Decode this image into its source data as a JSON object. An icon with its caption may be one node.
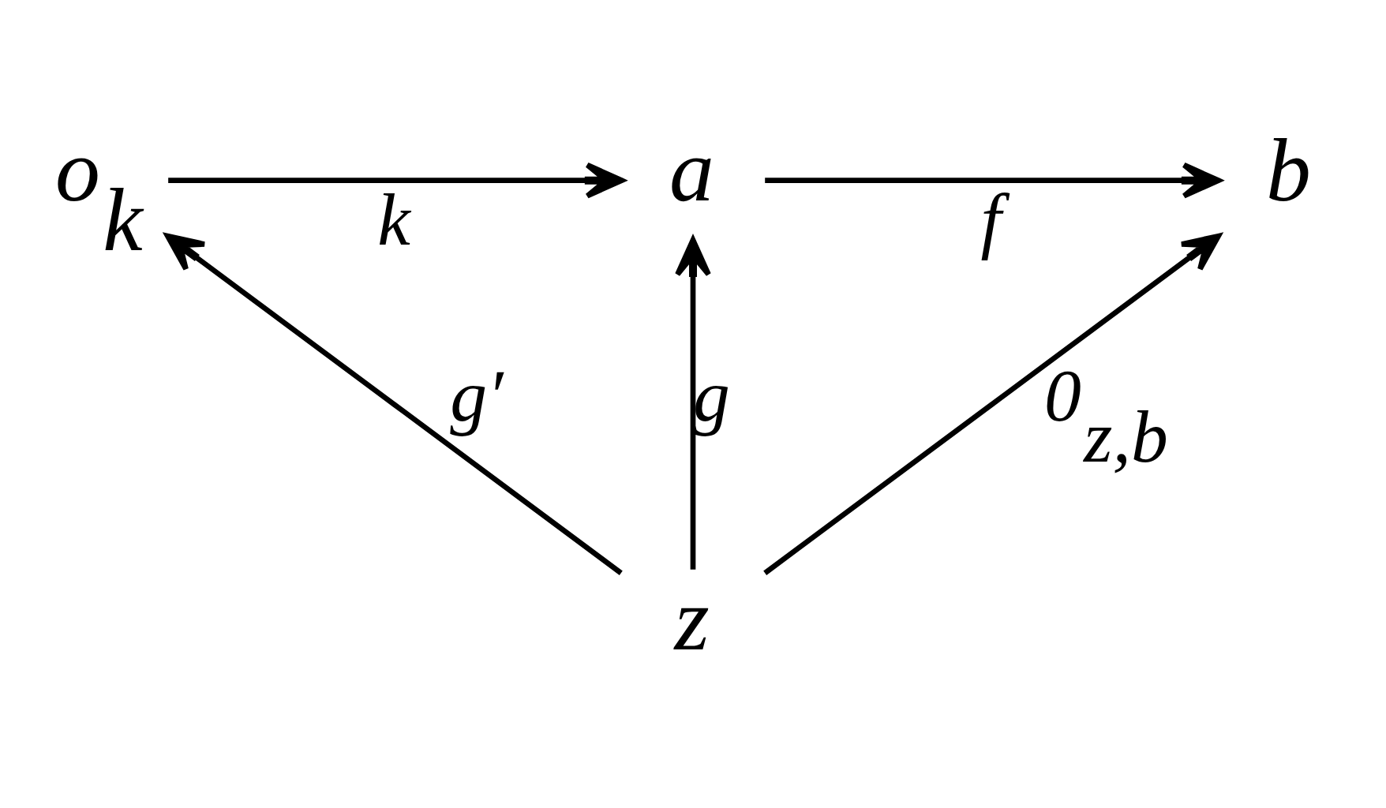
{
  "diagram": {
    "nodes": [
      {
        "text": [
          "o$_{k}$"
        ]
      },
      {
        "text": [
          "a"
        ]
      },
      {
        "text": [
          "b"
        ]
      },
      {
        "text": [
          "z"
        ]
      }
    ],
    "edges": [
      {
        "from": 0,
        "to": 1,
        "arrow": "to",
        "label": "k"
      },
      {
        "from": 1,
        "to": 2,
        "arrow": "to",
        "label": "f"
      },
      {
        "from": 3,
        "to": 0,
        "arrow": "to",
        "label": "g′"
      },
      {
        "from": 3,
        "to": 1,
        "arrow": "to",
        "label": "g"
      },
      {
        "from": 3,
        "to": 2,
        "arrow": "to",
        "label": "0$_{z,b}$"
      }
    ]
  }
}
